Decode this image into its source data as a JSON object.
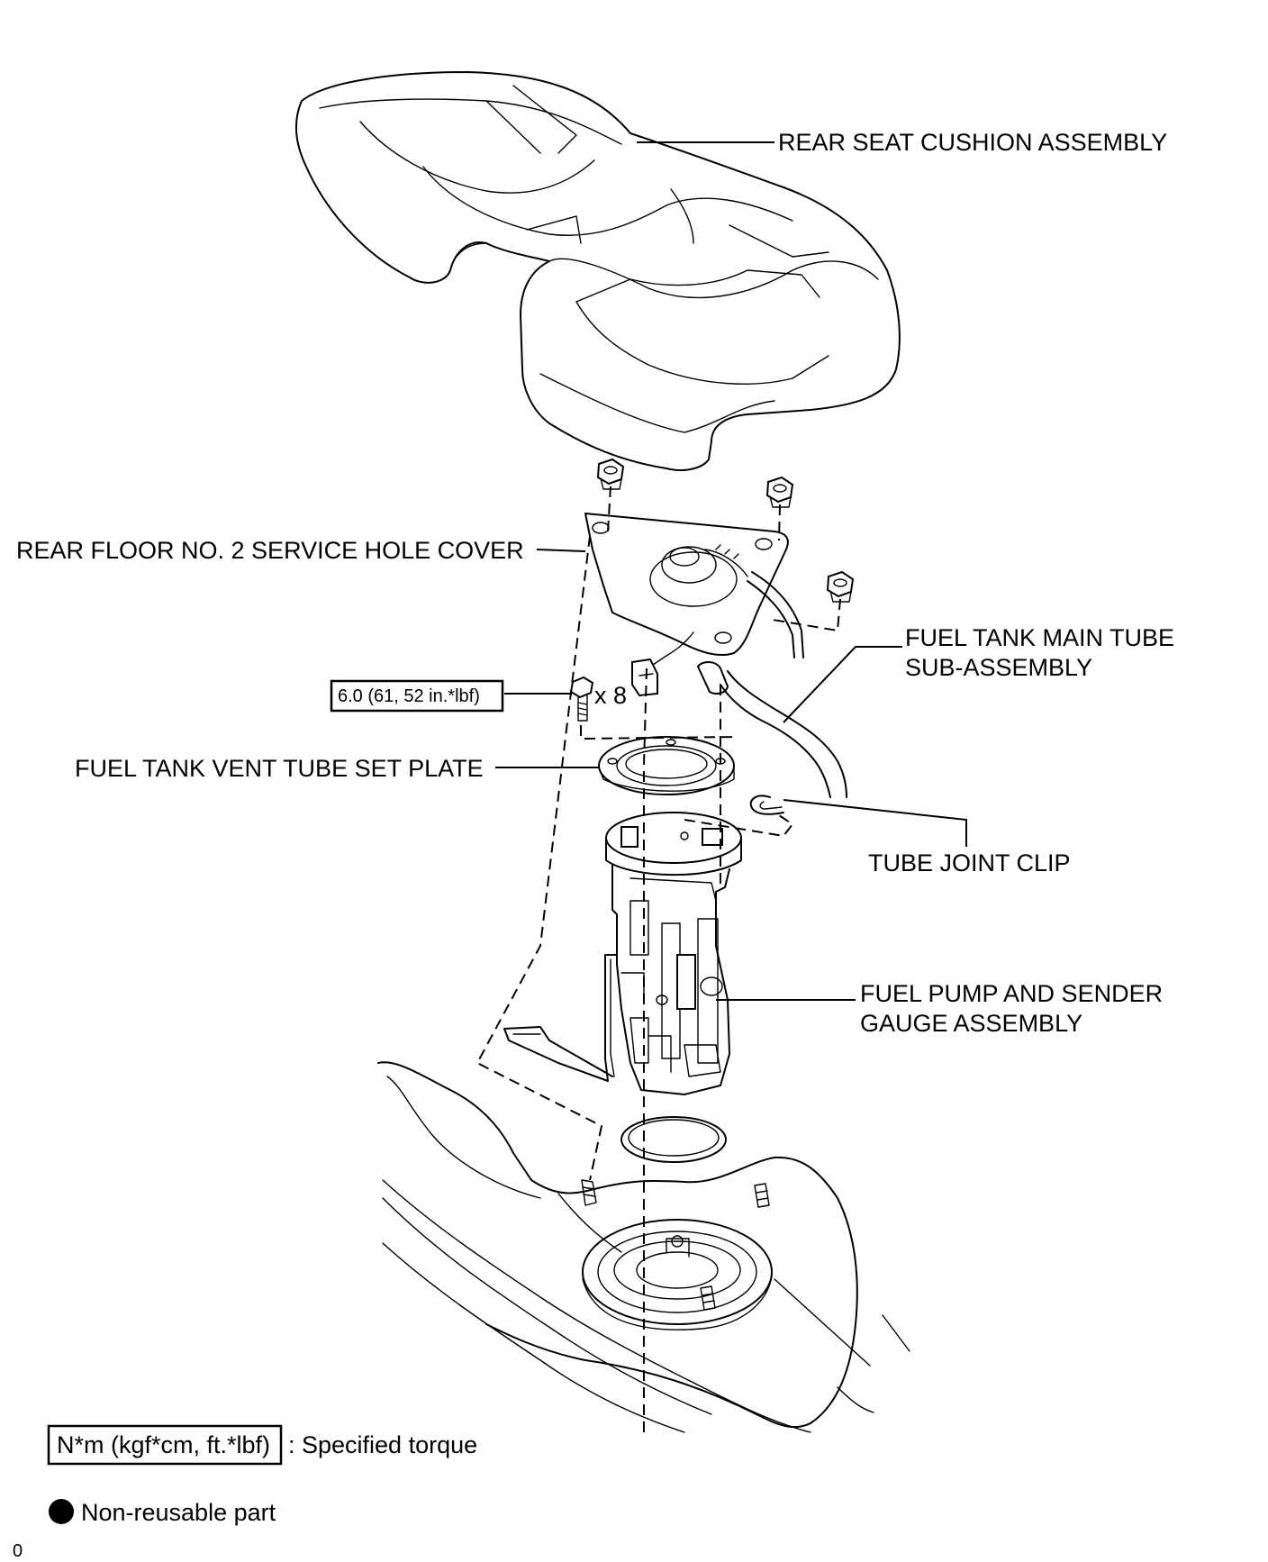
{
  "labels": {
    "rear_seat_cushion": "REAR SEAT CUSHION ASSEMBLY",
    "service_hole_cover": "REAR FLOOR NO. 2 SERVICE HOLE COVER",
    "main_tube_line1": "FUEL TANK MAIN TUBE",
    "main_tube_line2": "SUB-ASSEMBLY",
    "vent_tube_plate": "FUEL TANK VENT TUBE SET PLATE",
    "tube_joint_clip": "TUBE JOINT CLIP",
    "pump_line1": "FUEL PUMP AND SENDER",
    "pump_line2": "GAUGE ASSEMBLY"
  },
  "torque": {
    "value": "6.0 (61, 52 in.*lbf)",
    "quantity": "x 8"
  },
  "legend": {
    "torque_units": "N*m (kgf*cm, ft.*lbf)",
    "torque_desc": ": Specified torque",
    "nonreusable_desc": "Non-reusable part"
  },
  "footer": {
    "code": "0"
  }
}
